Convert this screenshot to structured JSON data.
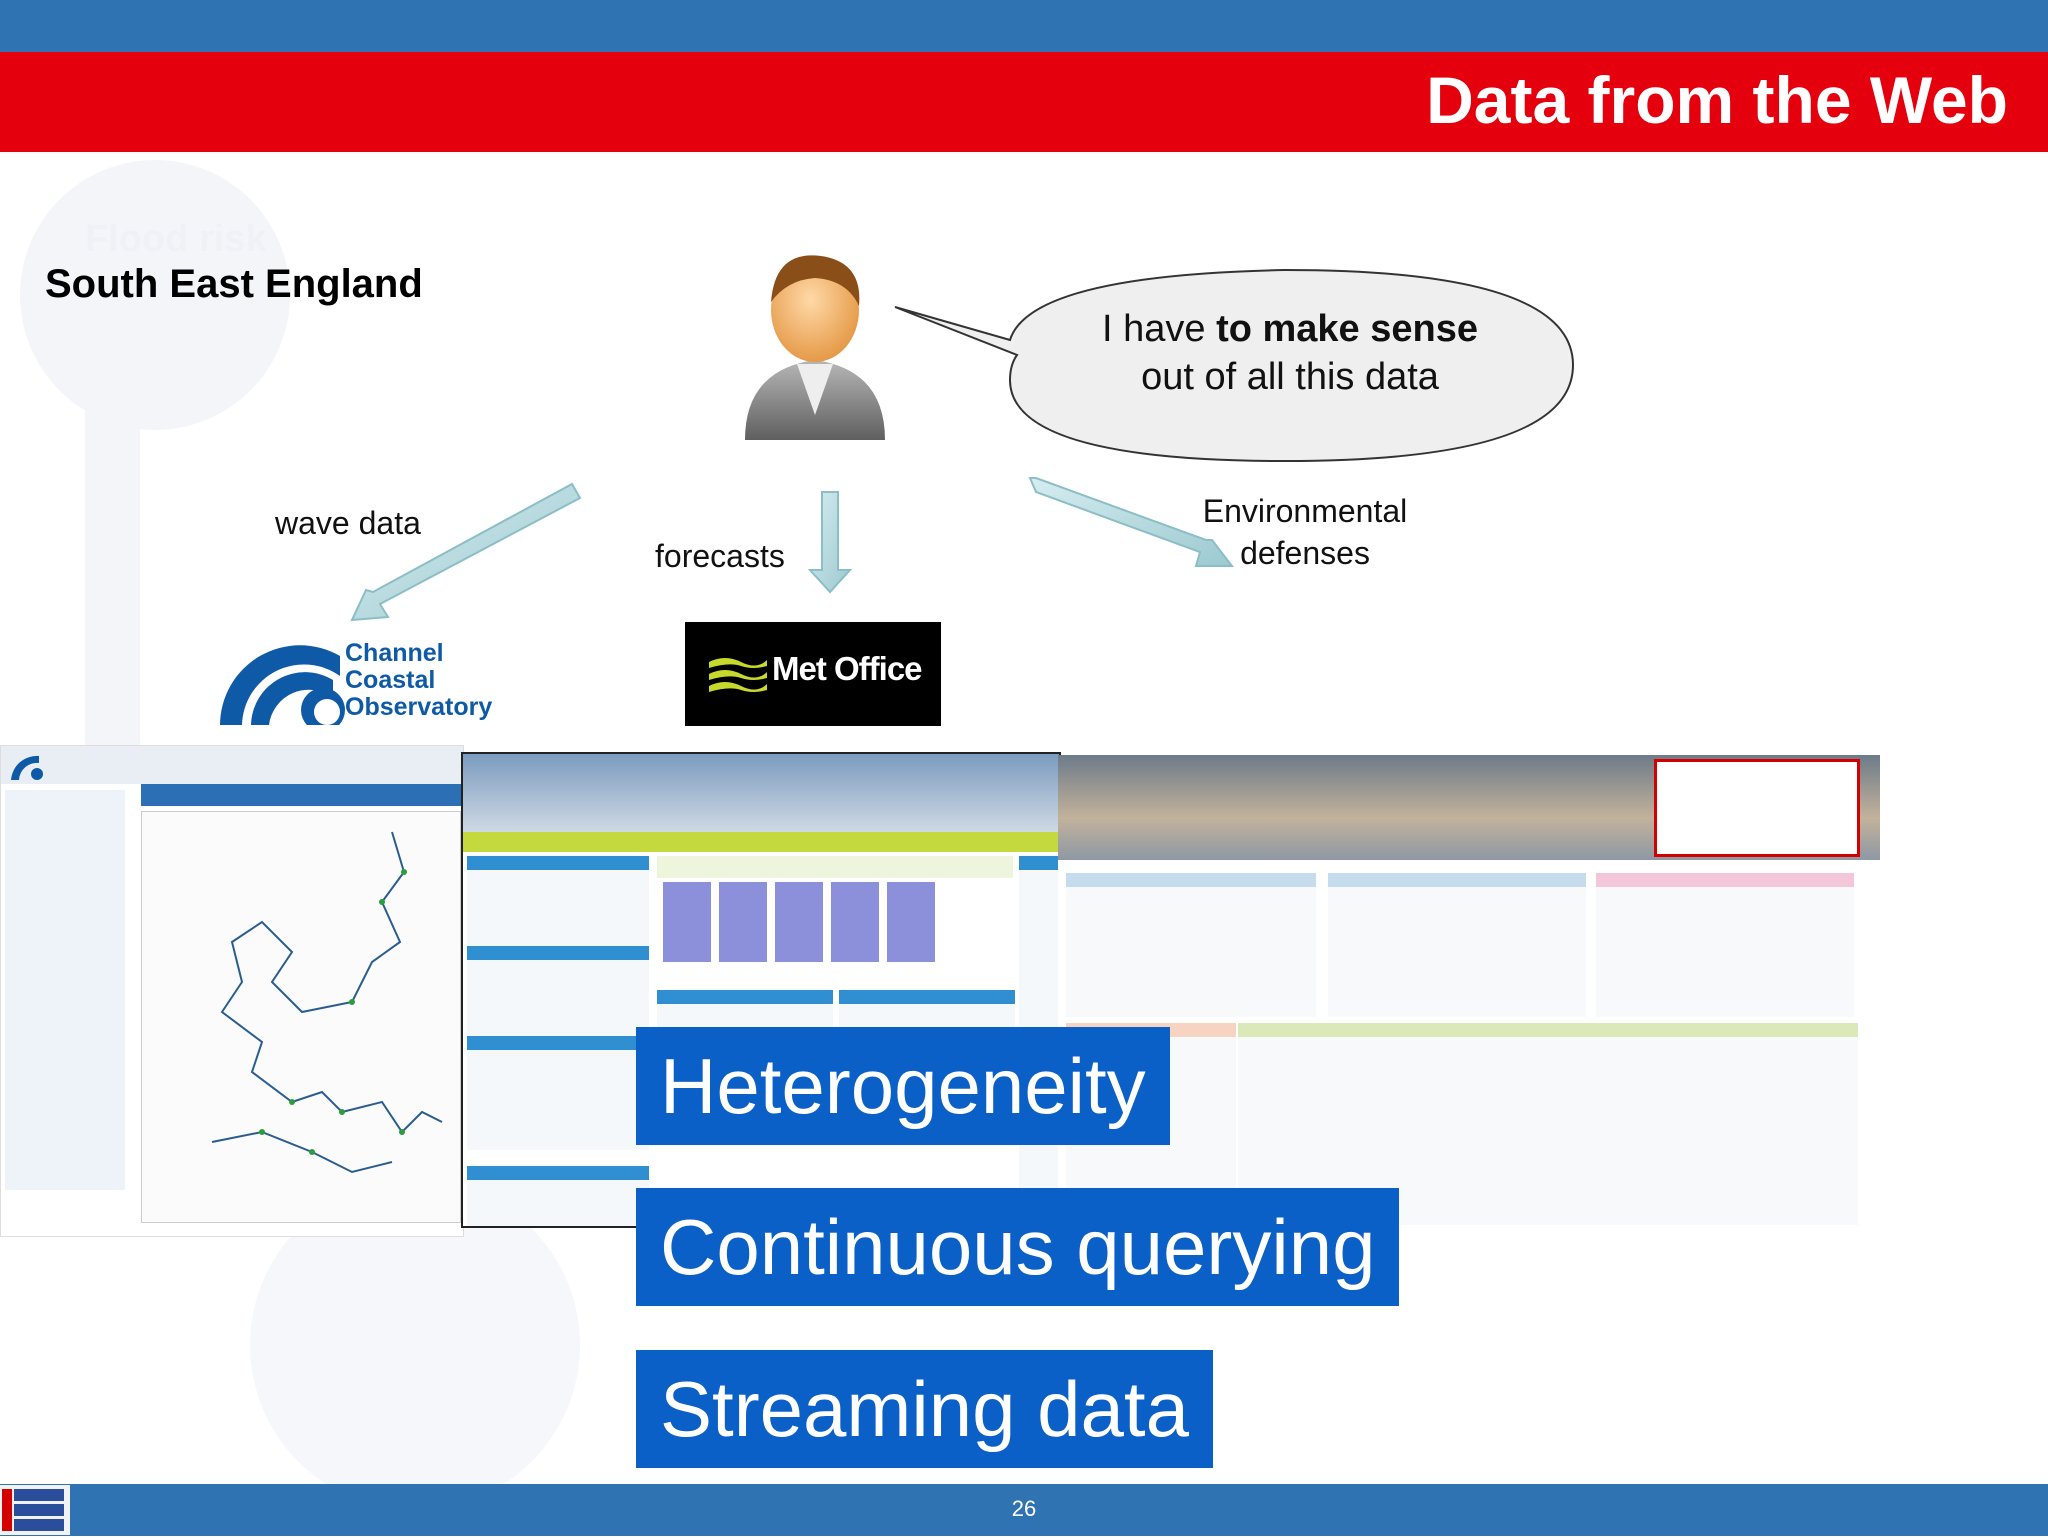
{
  "slide": {
    "title": "Data from the Web",
    "page_number": "26",
    "faded_label": "Flood risk",
    "region_label": "South East England"
  },
  "speech": {
    "part1": "I have ",
    "bold1": "to make sense",
    "part2": " out of all this data"
  },
  "arrows": {
    "wave": "wave data",
    "forecasts": "forecasts",
    "environment_line1": "Environmental",
    "environment_line2": "defenses"
  },
  "logos": {
    "cco_line1": "Channel",
    "cco_line2": "Coastal",
    "cco_line3": "Observatory",
    "metoffice": "Met Office"
  },
  "banners": [
    "Heterogeneity",
    "Continuous querying",
    "Streaming data"
  ],
  "colors": {
    "title_bar": "#e5000d",
    "top_bar": "#2f73b3",
    "banner": "#0b60c8"
  }
}
